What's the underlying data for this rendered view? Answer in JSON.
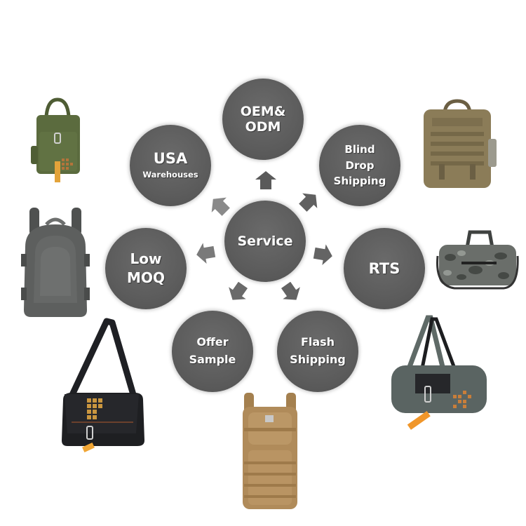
{
  "center": {
    "label": "Service"
  },
  "nodes": [
    {
      "id": "oem-odm",
      "lines": [
        "OEM&",
        "ODM"
      ]
    },
    {
      "id": "blind-drop-shipping",
      "lines": [
        "Blind",
        "Drop",
        "Shipping"
      ]
    },
    {
      "id": "rts",
      "lines": [
        "RTS"
      ]
    },
    {
      "id": "flash-shipping",
      "lines": [
        "Flash",
        "Shipping"
      ]
    },
    {
      "id": "offer-sample",
      "lines": [
        "Offer",
        "Sample"
      ]
    },
    {
      "id": "low-moq",
      "lines": [
        "Low",
        "MOQ"
      ]
    },
    {
      "id": "usa-warehouses",
      "lines": [
        "USA",
        "Warehouses"
      ]
    }
  ],
  "colors": {
    "circle_fill": "#5c5c5c",
    "arrow_fill": "#626262",
    "text": "#ffffff",
    "background": "#ffffff"
  },
  "products": [
    {
      "name": "olive-green-tote-backpack",
      "color": "#5b6b3e"
    },
    {
      "name": "coyote-tan-molle-laptop-bag",
      "color": "#8b7c58"
    },
    {
      "name": "grey-expandable-backpack",
      "color": "#5d5f5e"
    },
    {
      "name": "digital-camo-duffel-bag",
      "color": "#6a6e6a"
    },
    {
      "name": "black-messenger-bag",
      "color": "#1e1f22"
    },
    {
      "name": "grey-barrel-duffel-bag",
      "color": "#5a6462"
    },
    {
      "name": "tan-assault-backpack",
      "color": "#b08b5a"
    }
  ]
}
